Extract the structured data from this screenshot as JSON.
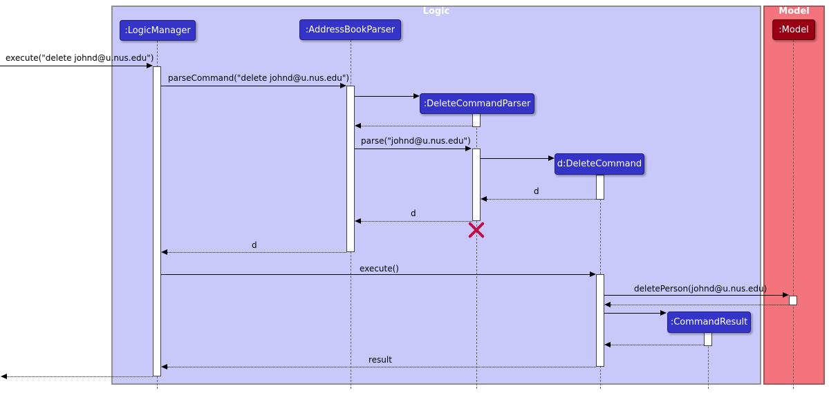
{
  "colors": {
    "page_bg": "#ffffff",
    "logic_frame_fill": "#c8c8fa",
    "logic_frame_border": "#8f8f8f",
    "model_frame_fill": "#f4747e",
    "model_frame_border": "#a05a5e",
    "participant_fill": "#3434c8",
    "participant_border": "#22227e",
    "participant_text": "#ffffff",
    "model_participant_fill": "#990013",
    "model_participant_border": "#5c000b",
    "frame_title_text": "#ffffff",
    "activation_fill": "#ffffff",
    "activation_border": "#404040",
    "lifeline": "#606060",
    "message": "#000000",
    "message_text": "#000000",
    "destroy": "#bf0f45"
  },
  "frames": {
    "logic": {
      "title": "Logic"
    },
    "model": {
      "title": "Model"
    }
  },
  "participants": {
    "logic_manager": ":LogicManager",
    "address_book_parser": ":AddressBookParser",
    "delete_command_parser": ":DeleteCommandParser",
    "delete_command": "d:DeleteCommand",
    "command_result": ":CommandResult",
    "model": ":Model"
  },
  "messages": {
    "execute_in": "execute(\"delete johnd@u.nus.edu\")",
    "parse_command": "parseCommand(\"delete johnd@u.nus.edu\")",
    "parse": "parse(\"johnd@u.nus.edu\")",
    "return_d_to_parser": "d",
    "return_d_to_abp": "d",
    "return_d_to_lm": "d",
    "execute_cmd": "execute()",
    "delete_person": "deletePerson(johnd@u.nus.edu)",
    "result": "result"
  }
}
